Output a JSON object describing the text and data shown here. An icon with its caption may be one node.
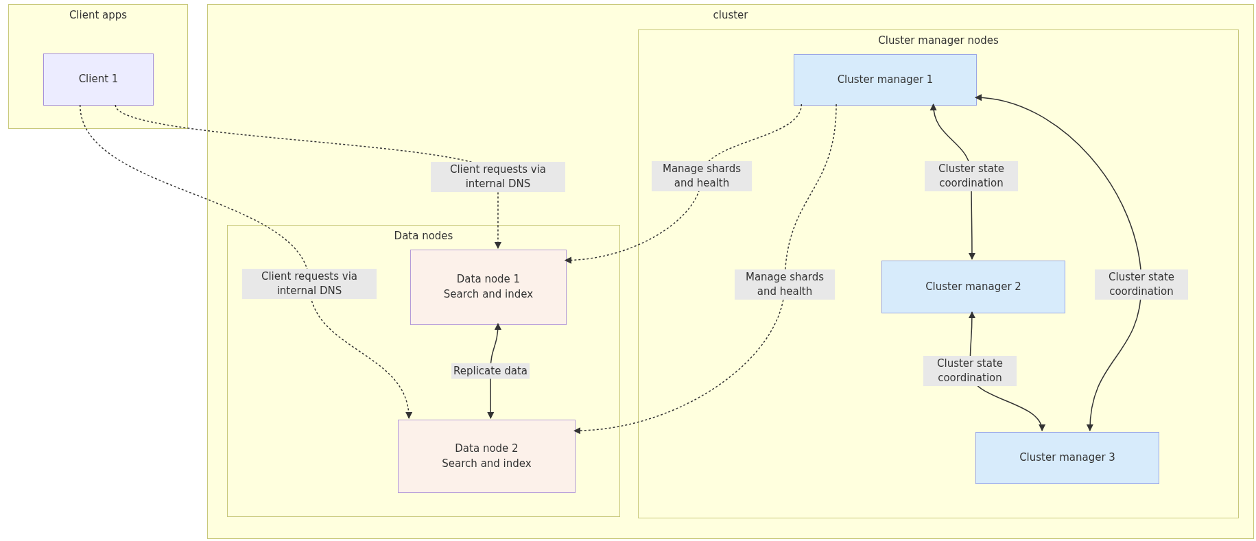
{
  "diagram": {
    "nodes": [
      {
        "text": [
          "Client apps"
        ]
      },
      {
        "text": [
          "Client 1"
        ],
        "in": 0
      },
      {
        "text": [
          "cluster"
        ]
      },
      {
        "text": [
          "Data nodes"
        ],
        "in": 2
      },
      {
        "text": [
          "Data node 1",
          "Search and index"
        ],
        "in": 3
      },
      {
        "text": [
          "Data node 2",
          "Search and index"
        ],
        "in": 3
      },
      {
        "text": [
          "Cluster manager nodes"
        ],
        "in": 2
      },
      {
        "text": [
          "Cluster manager 1"
        ],
        "in": 6
      },
      {
        "text": [
          "Cluster manager 2"
        ],
        "in": 6
      },
      {
        "text": [
          "Cluster manager 3"
        ],
        "in": 6
      }
    ],
    "edges": [
      {
        "from": 1,
        "to": 4,
        "arrow": "to",
        "label": "Client requests via internal DNS",
        "style": "dashed"
      },
      {
        "from": 1,
        "to": 5,
        "arrow": "to",
        "label": "Client requests via internal DNS",
        "style": "dashed"
      },
      {
        "from": 7,
        "to": 4,
        "arrow": "to",
        "label": "Manage shards and health",
        "style": "dashed"
      },
      {
        "from": 7,
        "to": 5,
        "arrow": "to",
        "label": "Manage shards and health",
        "style": "dashed"
      },
      {
        "from": 4,
        "to": 5,
        "arrow": "both",
        "label": "Replicate data"
      },
      {
        "from": 7,
        "to": 8,
        "arrow": "both",
        "label": "Cluster state coordination"
      },
      {
        "from": 8,
        "to": 9,
        "arrow": "both",
        "label": "Cluster state coordination"
      },
      {
        "from": 7,
        "to": 9,
        "arrow": "both",
        "label": "Cluster state coordination"
      }
    ]
  }
}
